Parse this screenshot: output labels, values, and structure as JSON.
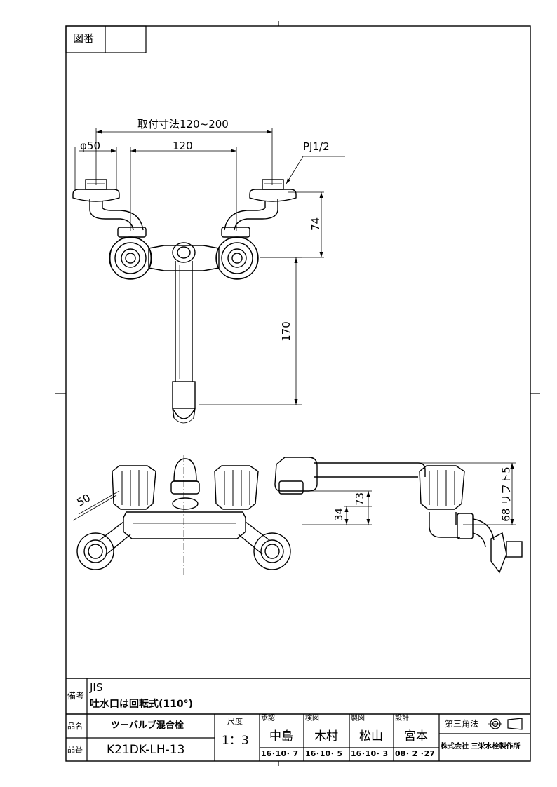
{
  "header": {
    "drawing_no_label": "図番",
    "drawing_no_value": ""
  },
  "dimensions": {
    "mount_range": "取付寸法120~200",
    "phi50": "φ50",
    "d120": "120",
    "pj": "PJ1/2",
    "d74": "74",
    "d170": "170",
    "d50": "50",
    "d73": "73",
    "d34": "34",
    "lift": "68 リフト5"
  },
  "notes": {
    "label": "備考",
    "line1": "JIS",
    "line2": "吐水口は回転式(110°)"
  },
  "title_block": {
    "name_label": "品名",
    "name_value": "ツーバルブ混合栓",
    "code_label": "品番",
    "code_value": "K21DK-LH-13",
    "scale_label": "尺度",
    "scale_value": "1：3",
    "approve_label": "承認",
    "approve_name": "中島",
    "approve_date": "16･10･ 7",
    "check_label": "検図",
    "check_name": "木村",
    "check_date": "16･10･ 5",
    "draw_label": "製図",
    "draw_name": "松山",
    "draw_date": "16･10･ 3",
    "design_label": "設計",
    "design_name": "宮本",
    "design_date": "08･ 2 ･27",
    "projection": "第三角法",
    "company": "株式会社 三栄水栓製作所"
  }
}
